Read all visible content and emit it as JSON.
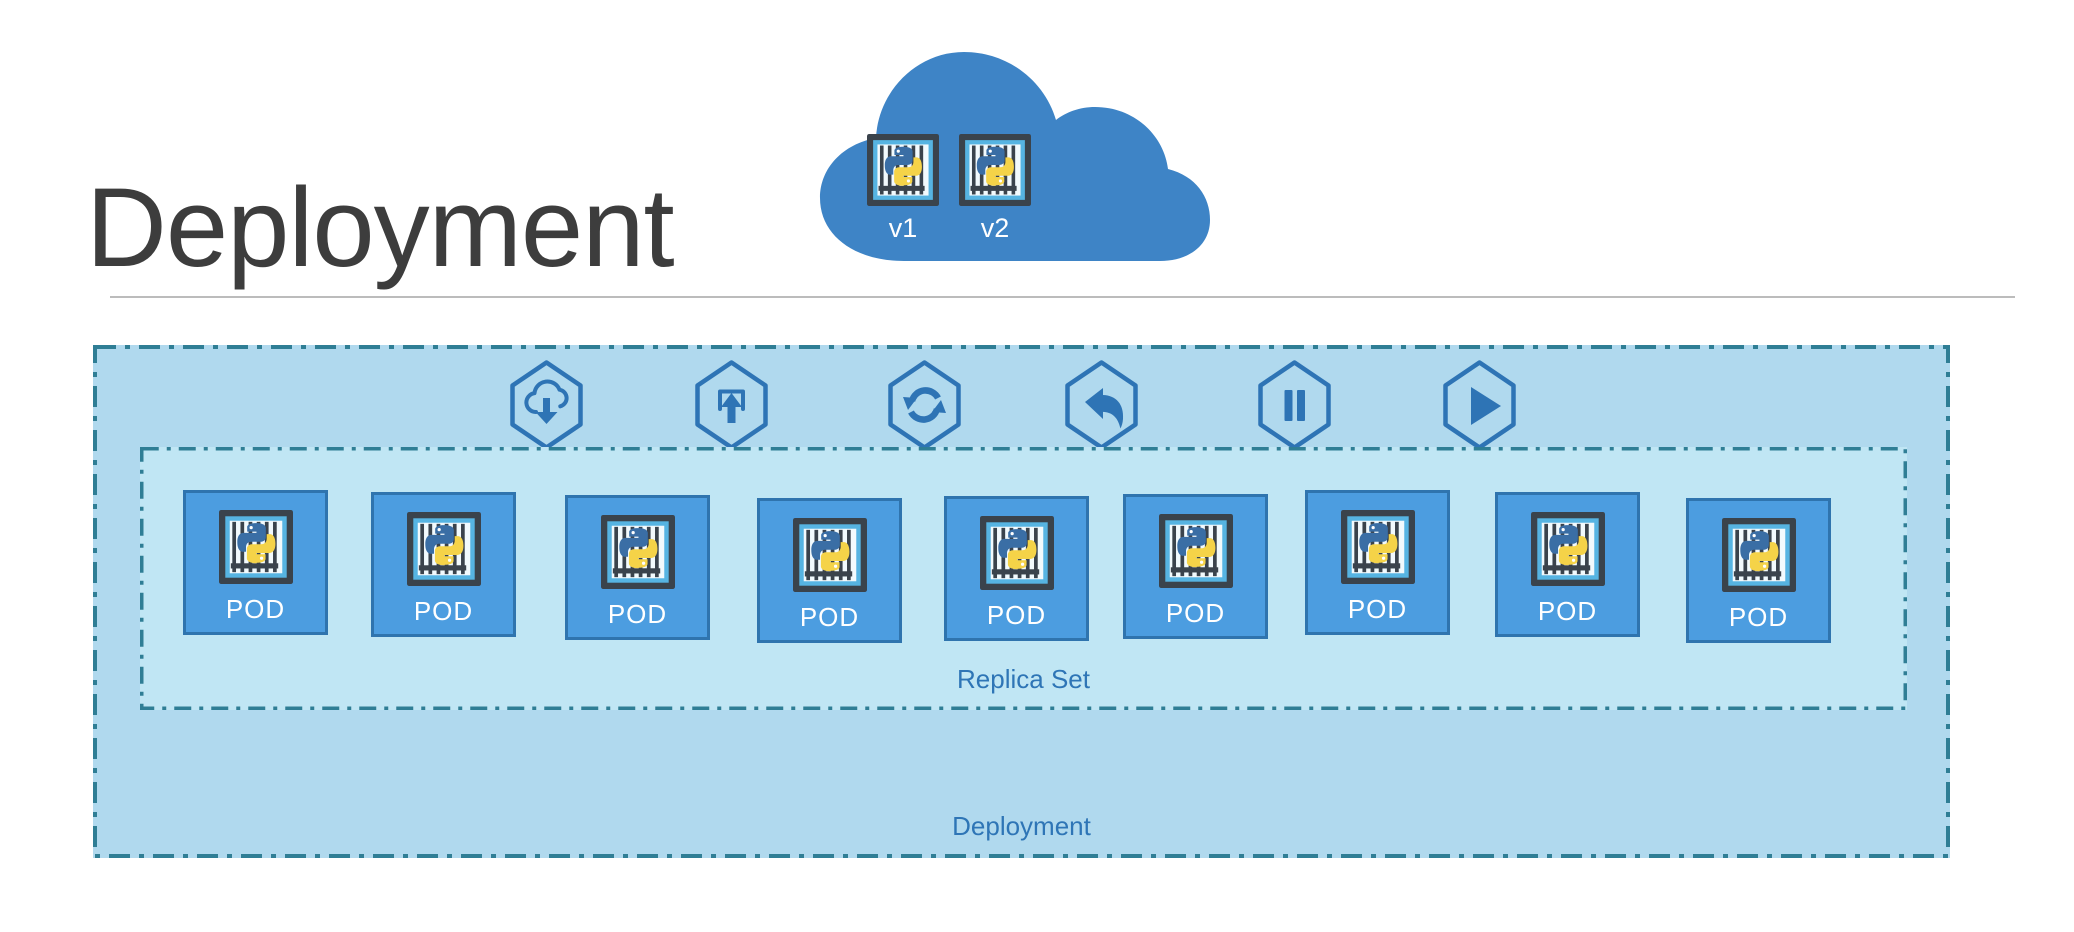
{
  "title": "Deployment",
  "cloud": {
    "fill": "#3e84c6",
    "containers": [
      {
        "label": "v1",
        "icon": "python-container"
      },
      {
        "label": "v2",
        "icon": "python-container"
      }
    ]
  },
  "toolbar": {
    "icons": [
      {
        "name": "cloud-download"
      },
      {
        "name": "upload"
      },
      {
        "name": "sync"
      },
      {
        "name": "undo"
      },
      {
        "name": "pause"
      },
      {
        "name": "play"
      }
    ]
  },
  "deployment_box": {
    "label": "Deployment",
    "background": "#b0d9ee",
    "border_color": "#2f7e95"
  },
  "replica_set": {
    "label": "Replica Set",
    "background": "#c0e6f4",
    "border_color": "#2f7e95",
    "pods": [
      {
        "label": "POD"
      },
      {
        "label": "POD"
      },
      {
        "label": "POD"
      },
      {
        "label": "POD"
      },
      {
        "label": "POD"
      },
      {
        "label": "POD"
      },
      {
        "label": "POD"
      },
      {
        "label": "POD"
      },
      {
        "label": "POD"
      }
    ]
  },
  "colors": {
    "pod_fill": "#4c9de0",
    "pod_border": "#2f74ae",
    "hex_icon_blue": "#2e74b5",
    "box_label_text": "#2e75b6",
    "title_text": "#3d3d3d",
    "python_blue": "#3a6ea5",
    "python_yellow": "#f5d348"
  }
}
